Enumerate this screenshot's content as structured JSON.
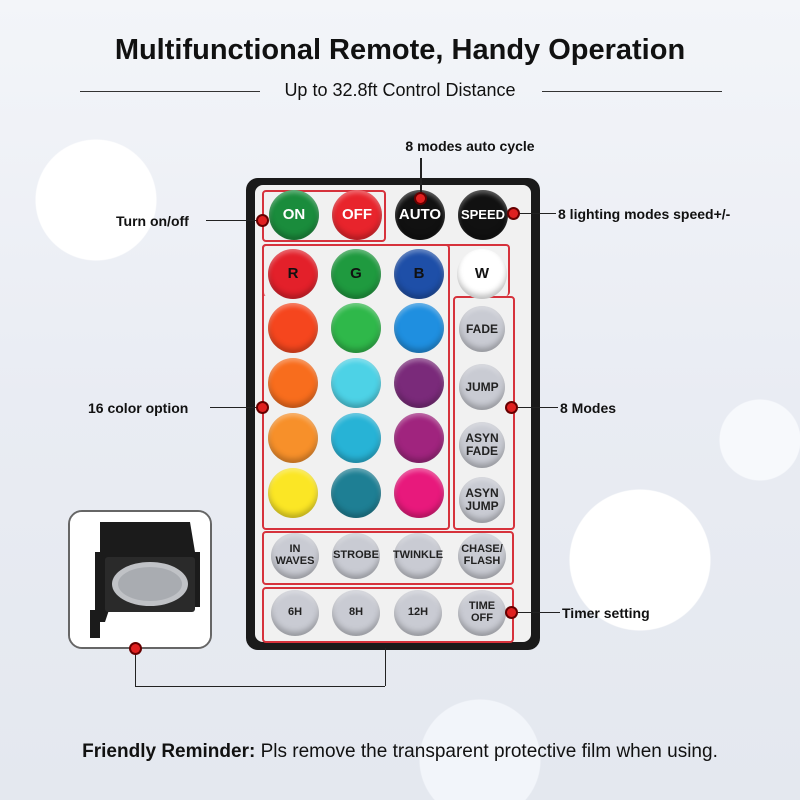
{
  "header": {
    "title": "Multifunctional Remote, Handy Operation",
    "subtitle": "Up to 32.8ft Control Distance"
  },
  "callouts": {
    "auto_cycle": "8 modes auto cycle",
    "turn_on_off": "Turn on/off",
    "speed": "8 lighting modes speed+/-",
    "color_option": "16 color option",
    "modes": "8 Modes",
    "timer": "Timer setting"
  },
  "remote": {
    "top_buttons": [
      {
        "label": "ON",
        "color": "#1a8c3c"
      },
      {
        "label": "OFF",
        "color": "#e8242c"
      },
      {
        "label": "AUTO",
        "color": "#111111"
      },
      {
        "label": "SPEED",
        "color": "#111111"
      }
    ],
    "rgbw": [
      {
        "label": "R",
        "color": "#e3202a"
      },
      {
        "label": "G",
        "color": "#1f9a3f"
      },
      {
        "label": "B",
        "color": "#1e4fa8"
      },
      {
        "label": "W",
        "color": "#ffffff"
      }
    ],
    "color_grid": [
      "#f5461e",
      "#2fb84a",
      "#1f8fe0",
      "#f86d1d",
      "#4dd2e6",
      "#7a2a7a",
      "#f7902a",
      "#27b3d6",
      "#a0247e",
      "#fbe625",
      "#1e7f94",
      "#e8197c"
    ],
    "mode_buttons": [
      {
        "label": "FADE"
      },
      {
        "label": "JUMP"
      },
      {
        "label": "ASYN FADE"
      },
      {
        "label": "ASYN JUMP"
      }
    ],
    "effect_buttons": [
      {
        "label": "IN WAVES"
      },
      {
        "label": "STROBE"
      },
      {
        "label": "TWINKLE"
      },
      {
        "label": "CHASE/ FLASH"
      }
    ],
    "timer_buttons": [
      {
        "label": "6H"
      },
      {
        "label": "8H"
      },
      {
        "label": "12H"
      },
      {
        "label": "TIME OFF"
      }
    ]
  },
  "footer": {
    "reminder_label": "Friendly Reminder:",
    "reminder_text": " Pls remove the transparent protective film when using."
  }
}
